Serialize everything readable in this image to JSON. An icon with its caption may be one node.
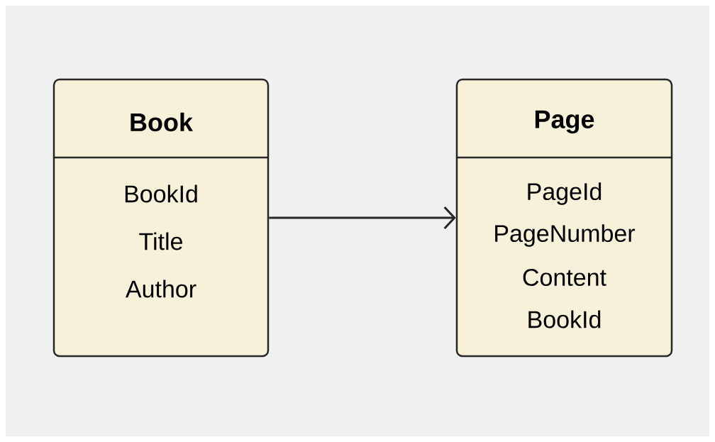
{
  "diagram": {
    "nodes": [
      {
        "text": [
          "Book",
          "BookId",
          "Title",
          "Author"
        ]
      },
      {
        "text": [
          "Page",
          "PageId",
          "PageNumber",
          "Content",
          "BookId"
        ]
      }
    ],
    "edges": [
      {
        "from": 0,
        "to": 1,
        "arrow": "to"
      }
    ]
  }
}
